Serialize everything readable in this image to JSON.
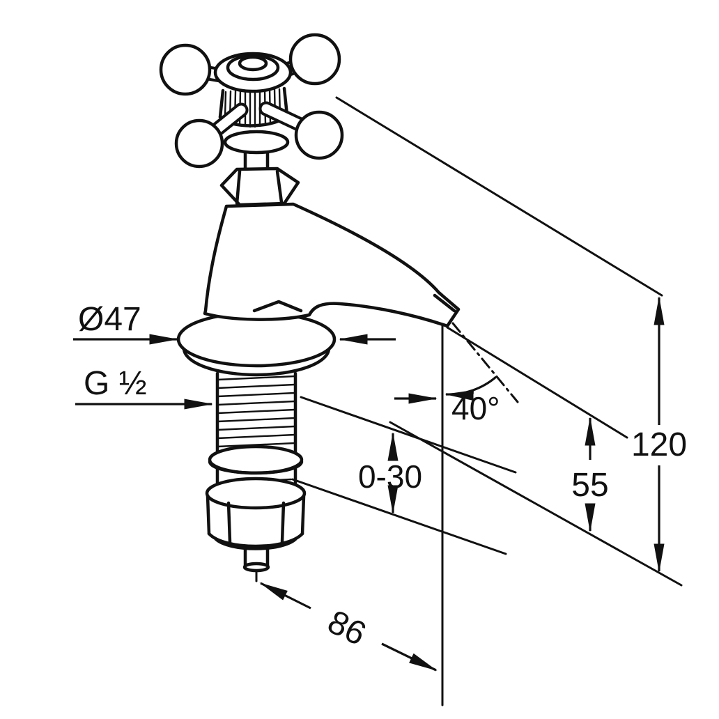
{
  "drawing": {
    "type": "faucet-dimension-diagram",
    "labels": {
      "diameter": "Ø47",
      "thread_size": "G ½",
      "spout_angle": "40°",
      "deck_thickness_range": "0-30",
      "spout_height": "55",
      "overall_height": "120",
      "spout_reach": "86"
    },
    "colors": {
      "line": "#111111",
      "background": "#ffffff"
    }
  }
}
